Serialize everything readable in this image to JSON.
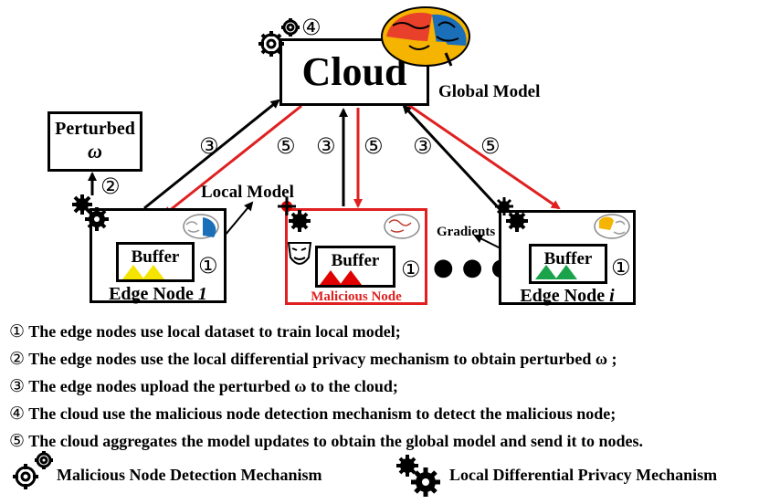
{
  "cloud": {
    "label": "Cloud",
    "global_model_label": "Global Model",
    "step_marker": "④"
  },
  "perturbed": {
    "line1": "Perturbed",
    "line2": "ω",
    "step_marker": "②"
  },
  "edge_node_1": {
    "title": "Edge Node ",
    "index": "1",
    "buffer": "Buffer",
    "step_marker": "①",
    "local_model_label": "Local Model"
  },
  "malicious_node": {
    "title": "Malicious Node",
    "buffer": "Buffer",
    "step_marker": "①"
  },
  "edge_node_i": {
    "title": "Edge Node ",
    "index": "i",
    "buffer": "Buffer",
    "step_marker": "①",
    "gradients_label": "Gradients"
  },
  "arrow_markers": {
    "upload": "③",
    "aggregate": "⑤"
  },
  "ellipsis": "● ● ●",
  "steps": [
    {
      "num": "①",
      "text": "The edge nodes use local dataset to train local model;"
    },
    {
      "num": "②",
      "text": "The edge nodes use the local differential privacy mechanism to obtain perturbed ω   ;"
    },
    {
      "num": "③",
      "text": "The edge nodes upload the perturbed ω  to the cloud;"
    },
    {
      "num": "④",
      "text": "The cloud use the malicious node detection mechanism to detect the malicious node;"
    },
    {
      "num": "⑤",
      "text": "The cloud aggregates the model updates to obtain the global model and send it to nodes."
    }
  ],
  "legend": {
    "detection": "Malicious Node Detection Mechanism",
    "ldp": "Local Differential Privacy Mechanism"
  },
  "colors": {
    "malicious": "#e02020",
    "red_arrow": "#e02020",
    "yellow": "#f5e400",
    "red_fill": "#e00000",
    "green": "#1aa34a",
    "brain_blue": "#1b6fb8"
  }
}
